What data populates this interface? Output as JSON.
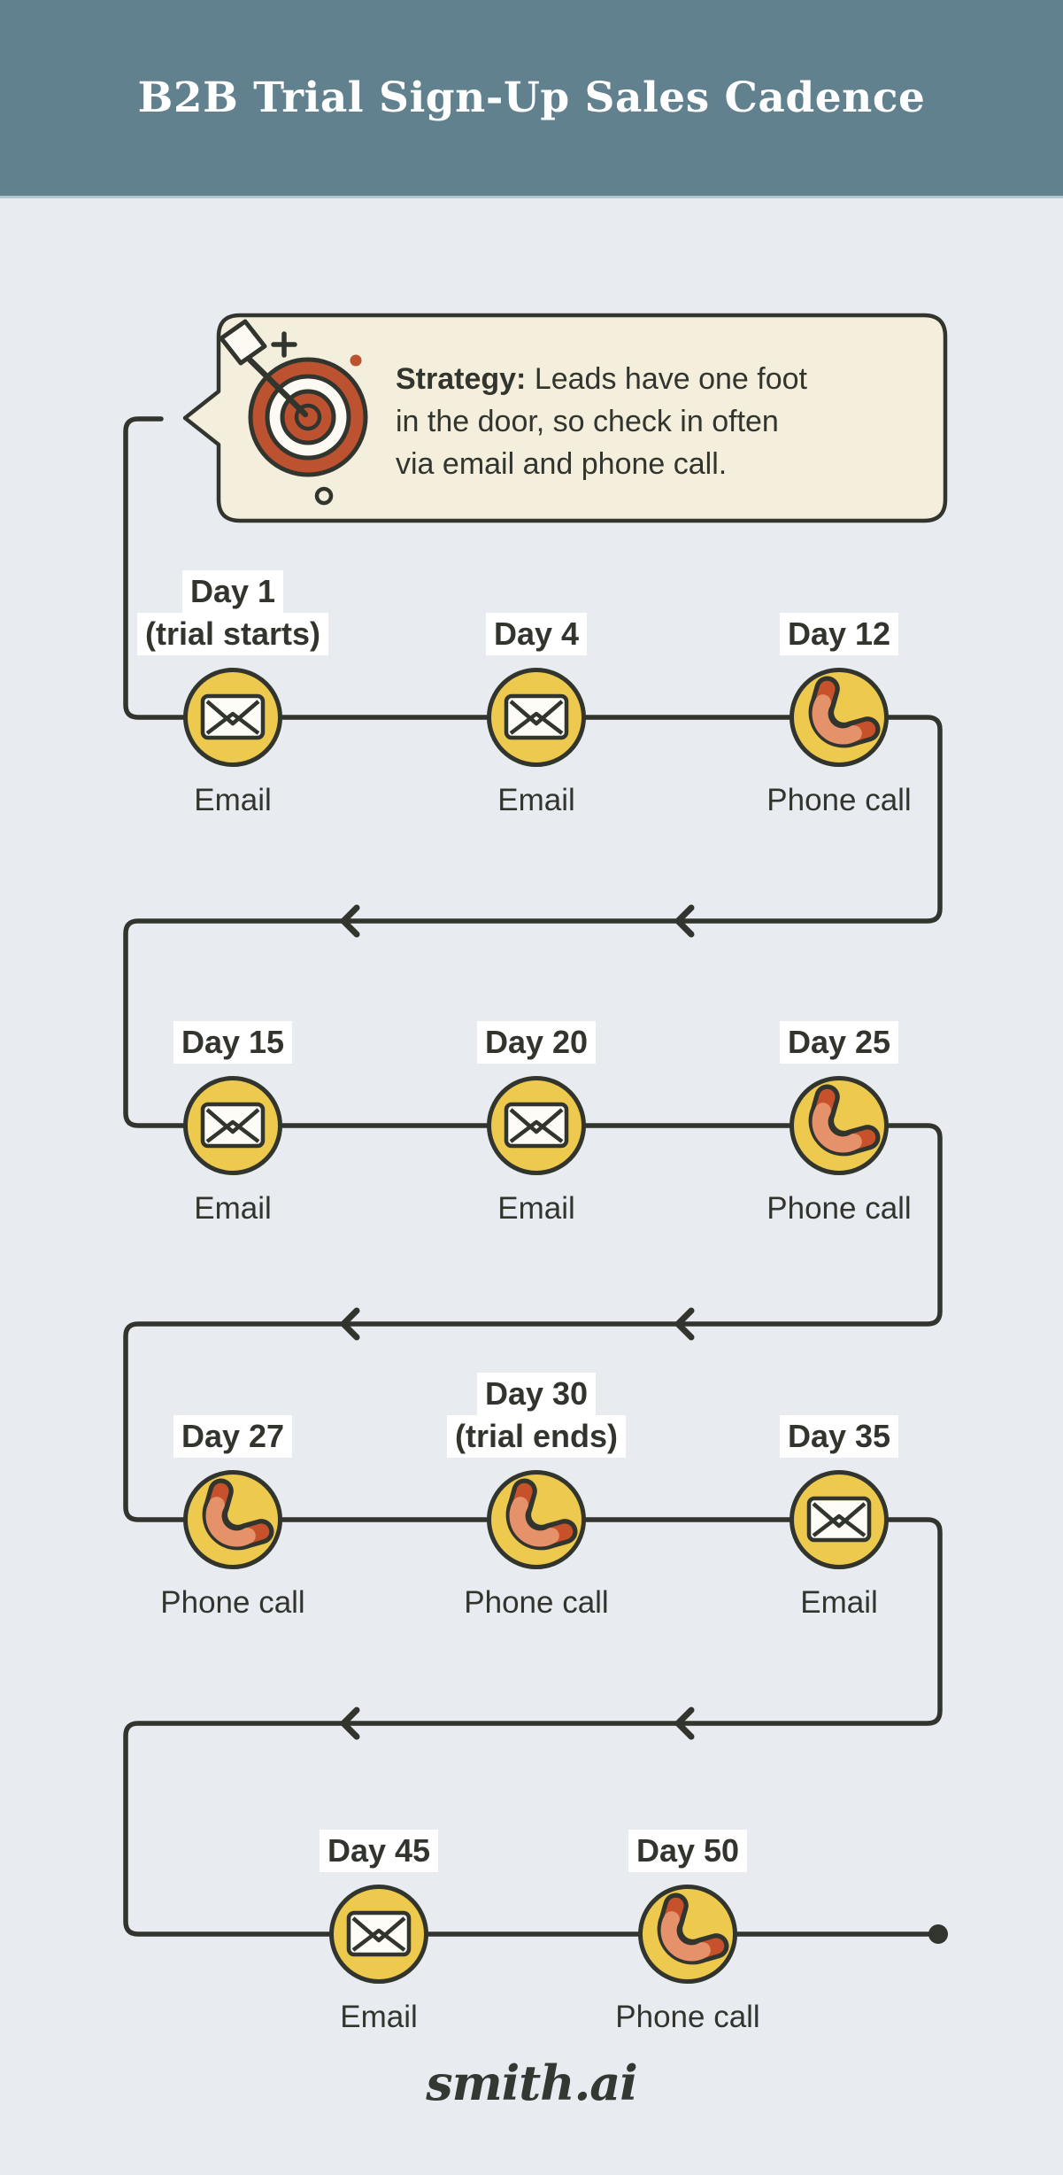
{
  "header": {
    "title": "B2B Trial Sign-Up Sales Cadence"
  },
  "strategy": {
    "heading": "Strategy:",
    "line1": " Leads have one foot",
    "line2": "in the door, so check in often",
    "line3": "via email and phone call.",
    "icon": "target-dart-icon"
  },
  "timeline": {
    "nodes": [
      {
        "day": "Day 1",
        "note": "(trial starts)",
        "channel": "Email",
        "icon": "email-icon"
      },
      {
        "day": "Day 4",
        "channel": "Email",
        "icon": "email-icon"
      },
      {
        "day": "Day 12",
        "channel": "Phone call",
        "icon": "phone-icon"
      },
      {
        "day": "Day 15",
        "channel": "Email",
        "icon": "email-icon"
      },
      {
        "day": "Day 20",
        "channel": "Email",
        "icon": "email-icon"
      },
      {
        "day": "Day 25",
        "channel": "Phone call",
        "icon": "phone-icon"
      },
      {
        "day": "Day 27",
        "channel": "Phone call",
        "icon": "phone-icon"
      },
      {
        "day": "Day 30",
        "note": "(trial ends)",
        "channel": "Phone call",
        "icon": "phone-icon"
      },
      {
        "day": "Day 35",
        "channel": "Email",
        "icon": "email-icon"
      },
      {
        "day": "Day 45",
        "channel": "Email",
        "icon": "email-icon"
      },
      {
        "day": "Day 50",
        "channel": "Phone call",
        "icon": "phone-icon"
      }
    ]
  },
  "footer": {
    "logo": "smith.ai"
  },
  "colors": {
    "header_bg": "#61818f",
    "page_bg": "#e8ecf1",
    "ink": "#31352e",
    "node_yellow": "#edc94e",
    "bubble_cream": "#f4eedd",
    "target_orange": "#bd5230",
    "phone_coral": "#e5916a",
    "phone_coral_dark": "#c7512a",
    "highlight_white": "#ffffff"
  }
}
